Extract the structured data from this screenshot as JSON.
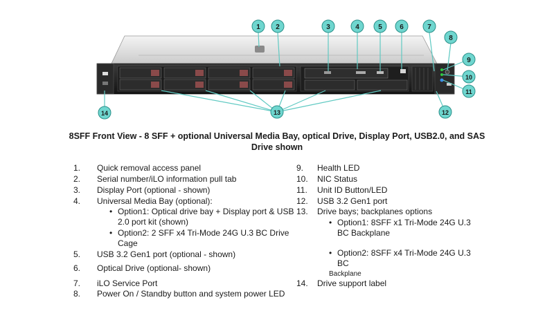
{
  "callouts": [
    "1",
    "2",
    "3",
    "4",
    "5",
    "6",
    "7",
    "8",
    "9",
    "10",
    "11",
    "12",
    "13",
    "14"
  ],
  "caption": {
    "line1": "8SFF Front View - 8 SFF + optional Universal Media Bay, optical Drive, Display Port, USB2.0, and SAS",
    "line2": "Drive shown"
  },
  "left_items": [
    {
      "num": "1.",
      "text": "Quick removal access panel"
    },
    {
      "num": "2.",
      "text": "Serial number/iLO information pull tab"
    },
    {
      "num": "3.",
      "text": "Display Port (optional - shown)"
    },
    {
      "num": "4.",
      "text": "Universal Media Bay (optional):"
    },
    {
      "num": "5.",
      "text": "USB 3.2 Gen1 port (optional - shown)"
    },
    {
      "num": "6.",
      "text": "Optical Drive (optional- shown)"
    },
    {
      "num": "7.",
      "text": "iLO Service Port"
    },
    {
      "num": "8.",
      "text": "Power On / Standby button and system power LED"
    }
  ],
  "left_sub": [
    {
      "line1": "Option1: Optical drive bay + Display port & USB",
      "line2": "2.0 port kit (shown)"
    },
    {
      "line1": "Option2: 2 SFF x4 Tri-Mode 24G U.3 BC Drive",
      "line2": "Cage"
    }
  ],
  "right_items": [
    {
      "num": "9.",
      "text": "Health LED"
    },
    {
      "num": "10.",
      "text": "NIC Status"
    },
    {
      "num": "11.",
      "text": "Unit ID Button/LED"
    },
    {
      "num": "12.",
      "text": "USB 3.2 Gen1 port"
    },
    {
      "num": "13.",
      "text": "Drive bays; backplanes options"
    },
    {
      "num": "14.",
      "text": "Drive support label"
    }
  ],
  "right_sub": [
    {
      "line1": "Option1: 8SFF x1 Tri-Mode 24G U.3",
      "line2": "BC Backplane"
    },
    {
      "line1": "Option2: 8SFF x4 Tri-Mode 24G U.3",
      "line2": "BC",
      "extra": "Backplane"
    }
  ],
  "colors": {
    "callout_fill": "#6fd6cf",
    "callout_stroke": "#2a8f89",
    "leader": "#5fc9c2"
  }
}
